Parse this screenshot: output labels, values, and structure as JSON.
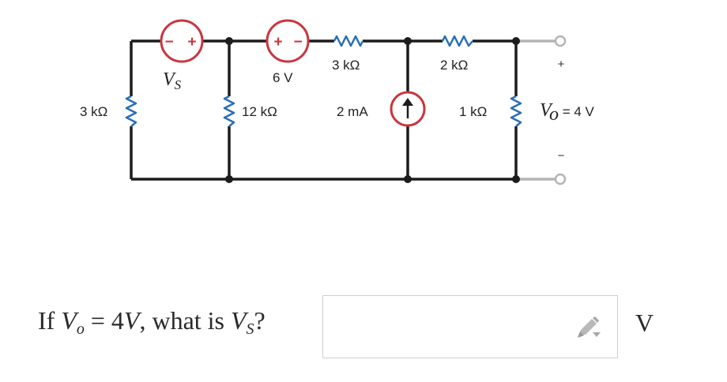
{
  "circuit": {
    "r_left": "3 kΩ",
    "r_top_mid": "3 kΩ",
    "r_top_right": "2 kΩ",
    "r_mid": "12 kΩ",
    "r_right": "1 kΩ",
    "current_source": "2 mA",
    "vs_label": "V",
    "vs_sub": "S",
    "v6_label": "6 V",
    "vs_polarity_minus": "−",
    "vs_polarity_plus": "+",
    "v6_polarity_plus": "+",
    "v6_polarity_minus": "−",
    "out_plus": "+",
    "out_minus": "−",
    "vo_label": "V",
    "vo_sub": "o",
    "vo_value": " = 4 V"
  },
  "question": {
    "prefix": "If ",
    "vo_var": "V",
    "vo_sub": "o",
    "eq": " = 4",
    "v_var": "V",
    "mid": ", what is ",
    "vs_var": "V",
    "vs_sub": "S",
    "suffix": "?"
  },
  "answer": {
    "value": "",
    "placeholder": "",
    "unit": "V",
    "edit_icon": "pencil-icon"
  },
  "colors": {
    "wire": "#1c1c1c",
    "resistor": "#2a6fb5",
    "source": "#c9363e",
    "terminal": "#b5b5b5"
  }
}
